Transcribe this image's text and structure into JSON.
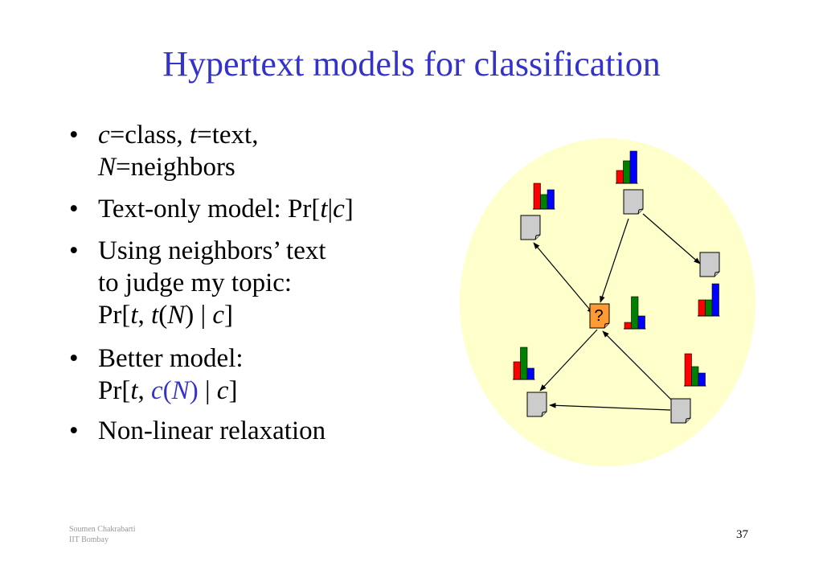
{
  "slide": {
    "title": "Hypertext models for classification",
    "bullets": [
      {
        "lines": [
          [
            {
              "t": "c",
              "i": true
            },
            {
              "t": "=class, "
            },
            {
              "t": "t",
              "i": true
            },
            {
              "t": "=text,"
            }
          ],
          [
            {
              "t": "N",
              "i": true
            },
            {
              "t": "=neighbors"
            }
          ]
        ]
      },
      {
        "lines": [
          [
            {
              "t": "Text-only model: Pr["
            },
            {
              "t": "t",
              "i": true
            },
            {
              "t": "|"
            },
            {
              "t": "c",
              "i": true
            },
            {
              "t": "]"
            }
          ]
        ]
      },
      {
        "lines": [
          [
            {
              "t": "Using neighbors’ text"
            }
          ],
          [
            {
              "t": "to judge my topic:"
            }
          ],
          [
            {
              "t": "Pr["
            },
            {
              "t": "t",
              "i": true
            },
            {
              "t": ", "
            },
            {
              "t": "t",
              "i": true
            },
            {
              "t": "("
            },
            {
              "t": "N",
              "i": true
            },
            {
              "t": ") | "
            },
            {
              "t": "c",
              "i": true
            },
            {
              "t": "]"
            }
          ]
        ]
      },
      {
        "lines": [
          [
            {
              "t": "Better model:"
            }
          ],
          [
            {
              "t": "Pr["
            },
            {
              "t": "t",
              "i": true
            },
            {
              "t": ", "
            },
            {
              "t": "c",
              "i": true,
              "b": true
            },
            {
              "t": "(",
              "b": true
            },
            {
              "t": "N",
              "i": true,
              "b": true
            },
            {
              "t": ")",
              "b": true
            },
            {
              "t": " | "
            },
            {
              "t": "c",
              "i": true
            },
            {
              "t": "]"
            }
          ]
        ]
      },
      {
        "lines": [
          [
            {
              "t": "Non-linear relaxation"
            }
          ]
        ]
      }
    ],
    "bullet_glyph": "•",
    "footer": {
      "author": "Soumen Chakrabarti",
      "institution": "IIT Bombay"
    },
    "page_number": "37",
    "diagram": {
      "unknown_label": "?",
      "colors": {
        "title": "#3333cc",
        "ellipse_fill": "#ffffcc",
        "doc_fill": "#cccccc",
        "unknown_fill": "#ff9933",
        "bar_red": "#ff0000",
        "bar_green": "#008000",
        "bar_blue": "#0000ff"
      },
      "nodes": [
        "doc-top-left",
        "doc-top-center",
        "doc-right",
        "doc-unknown",
        "doc-bottom-left",
        "doc-bottom-right"
      ],
      "class_histograms": [
        {
          "node": "doc-top-left",
          "red": 0.8,
          "green": 0.45,
          "blue": 0.6
        },
        {
          "node": "doc-top-center",
          "red": 0.4,
          "green": 0.7,
          "blue": 1.0
        },
        {
          "node": "doc-right",
          "red": 0.5,
          "green": 0.5,
          "blue": 1.0
        },
        {
          "node": "doc-unknown",
          "red": 0.2,
          "green": 1.0,
          "blue": 0.4
        },
        {
          "node": "doc-bottom-left",
          "red": 0.55,
          "green": 1.0,
          "blue": 0.35
        },
        {
          "node": "doc-bottom-right",
          "red": 1.0,
          "green": 0.6,
          "blue": 0.4
        }
      ],
      "links": [
        {
          "from": "doc-unknown",
          "to": "doc-top-left",
          "style": "both"
        },
        {
          "from": "doc-top-center",
          "to": "doc-unknown",
          "style": "forward"
        },
        {
          "from": "doc-top-center",
          "to": "doc-right",
          "style": "forward"
        },
        {
          "from": "doc-unknown",
          "to": "doc-bottom-left",
          "style": "forward"
        },
        {
          "from": "doc-bottom-right",
          "to": "doc-unknown",
          "style": "forward"
        },
        {
          "from": "doc-bottom-right",
          "to": "doc-bottom-left",
          "style": "forward"
        }
      ]
    }
  }
}
